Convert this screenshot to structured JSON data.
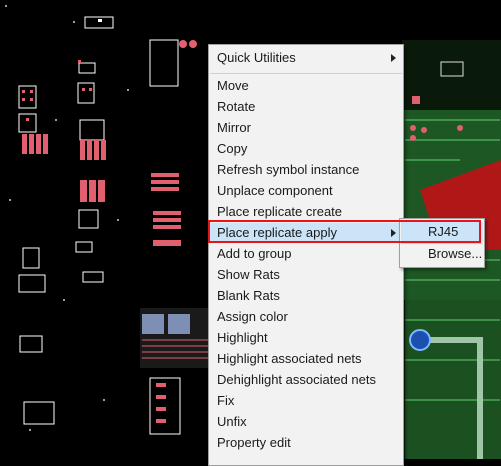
{
  "context_menu": {
    "header": "Quick Utilities",
    "items": [
      "Move",
      "Rotate",
      "Mirror",
      "Copy",
      "Refresh symbol instance",
      "Unplace component",
      "Place replicate create",
      "Place replicate apply",
      "Add to group",
      "Show Rats",
      "Blank Rats",
      "Assign color",
      "Highlight",
      "Highlight associated nets",
      "Dehighlight associated nets",
      "Fix",
      "Unfix",
      "Property edit"
    ],
    "highlighted_item": "Place replicate apply"
  },
  "submenu": {
    "items": [
      "RJ45",
      "Browse..."
    ],
    "highlighted_item": "RJ45"
  },
  "colors": {
    "canvas_bg": "#000000",
    "pad_fill": "#e06070",
    "trace_green": "#2e8b3a",
    "copper_red": "#b01818",
    "silkscreen": "#ffffff",
    "highlight_box": "#e8141c",
    "menu_bg": "#f2f2f2",
    "menu_hover": "#cce4f7"
  }
}
